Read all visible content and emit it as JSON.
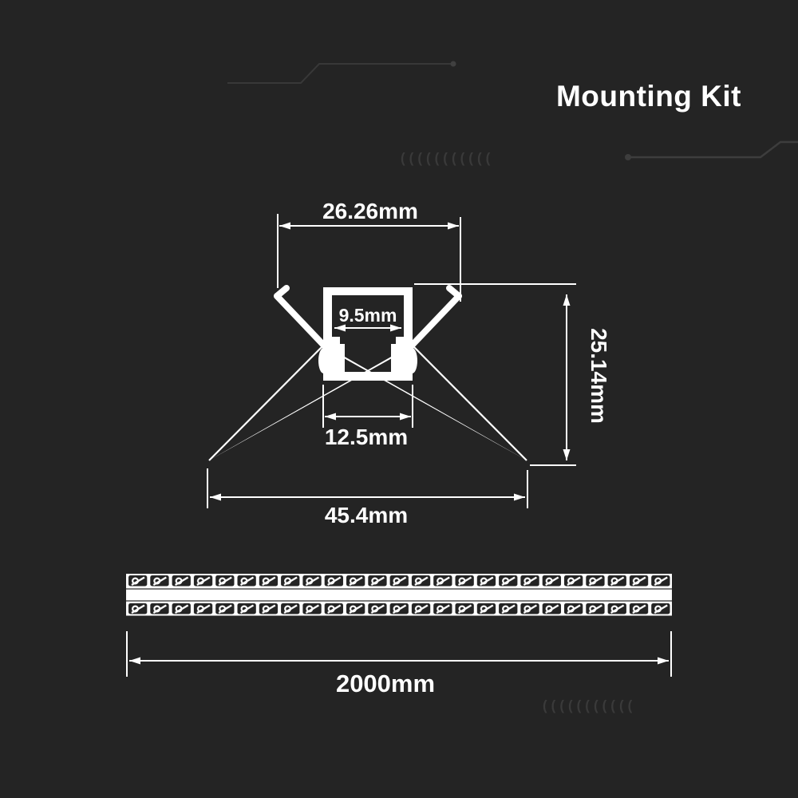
{
  "title": "Mounting Kit",
  "dimensions": {
    "flange_width": "26.26mm",
    "inner_width": "9.5mm",
    "height": "25.14mm",
    "base_width": "12.5mm",
    "span_width": "45.4mm",
    "length": "2000mm"
  },
  "decor": {
    "chevrons_top": "(((((((((((",
    "chevrons_bottom": "((((((((((("
  },
  "colors": {
    "background": "#242424",
    "drawing_line": "#ffffff",
    "decor_line": "#3c3c3c"
  }
}
